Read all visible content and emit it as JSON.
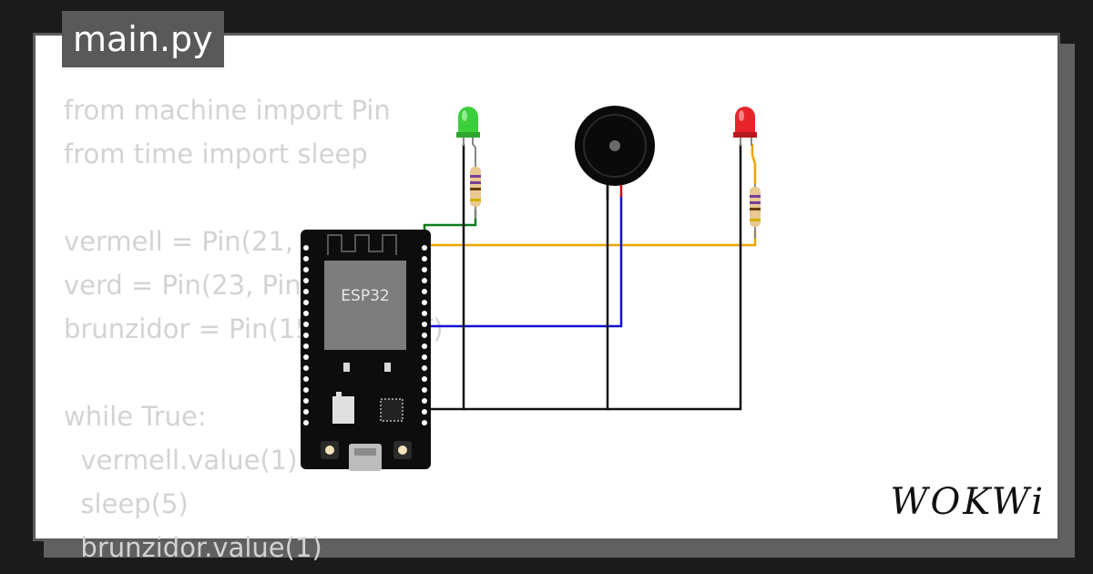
{
  "tab": {
    "filename": "main.py"
  },
  "code": {
    "lines": [
      "from machine import Pin",
      "from time import sleep",
      "",
      "vermell = Pin(21, Pin.OUT)",
      "verd = Pin(23, Pin.OUT)",
      "brunzidor = Pin(15, Pin.OUT)",
      "",
      "while True:",
      "  vermell.value(1)",
      "  sleep(5)",
      "  brunzidor.value(1)"
    ]
  },
  "board": {
    "label": "ESP32"
  },
  "branding": {
    "logo": "WOKWi"
  },
  "colors": {
    "wire_green": "#0c7a1a",
    "wire_orange": "#f2a300",
    "wire_blue": "#1010d0",
    "wire_black": "#111111",
    "led_green": "#3ccf3c",
    "led_red": "#e8242a"
  }
}
